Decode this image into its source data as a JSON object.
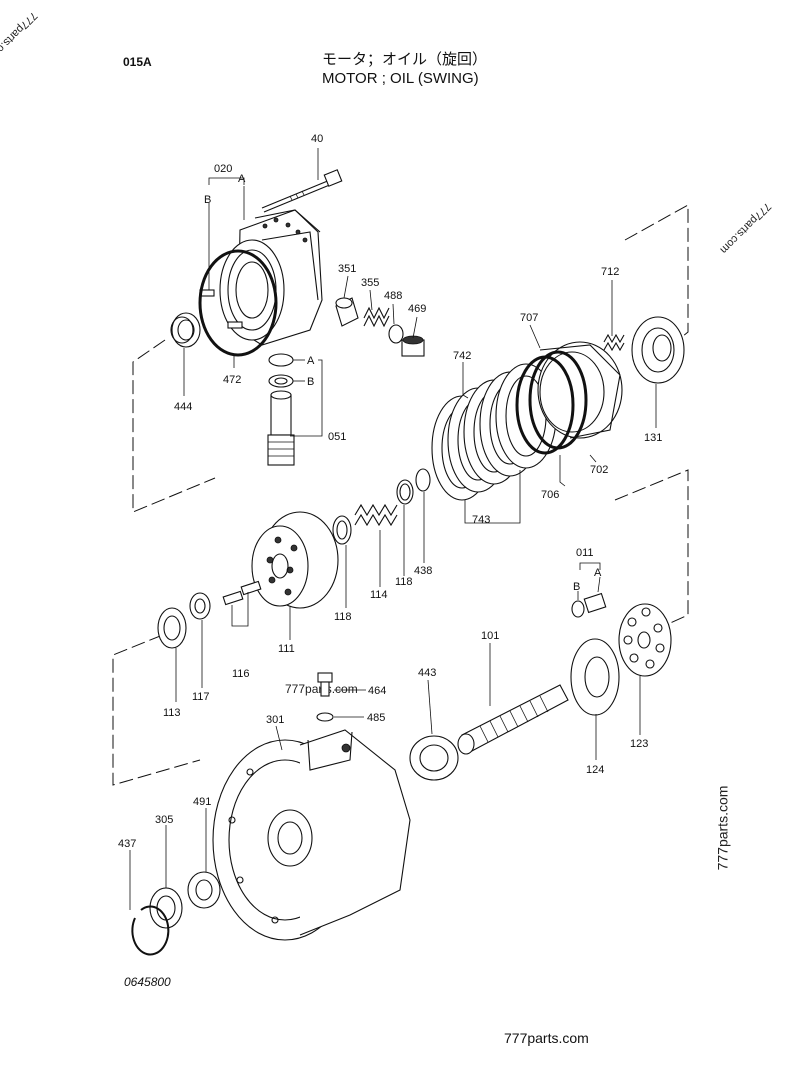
{
  "page": {
    "code": "015A",
    "title_jp": "モータ；オイル（旋回）",
    "title_en": "MOTOR ; OIL (SWING)",
    "drawing_number": "0645800",
    "footer": "777parts.com"
  },
  "watermarks": {
    "top_left": "777parts.co",
    "top_right": "777parts.com",
    "right_side": "777parts.com",
    "center": "777parts.com"
  },
  "callouts": {
    "p040": "40",
    "p020": "020",
    "a1": "A",
    "b1": "B",
    "p351": "351",
    "p355": "355",
    "p488": "488",
    "p469": "469",
    "p712": "712",
    "p707": "707",
    "p742": "742",
    "p444": "444",
    "p472": "472",
    "a2": "A",
    "b2": "B",
    "p051": "051",
    "p131": "131",
    "p702": "702",
    "p706": "706",
    "p743": "743",
    "p118a": "118",
    "p114": "114",
    "p118b": "118",
    "p438": "438",
    "p011": "011",
    "b3": "B",
    "a3": "A",
    "p116": "116",
    "p111": "111",
    "p113": "113",
    "p117": "117",
    "p101": "101",
    "p443": "443",
    "p464": "464",
    "p485": "485",
    "p301": "301",
    "p124": "124",
    "p123": "123",
    "p491": "491",
    "p305": "305",
    "p437": "437"
  }
}
